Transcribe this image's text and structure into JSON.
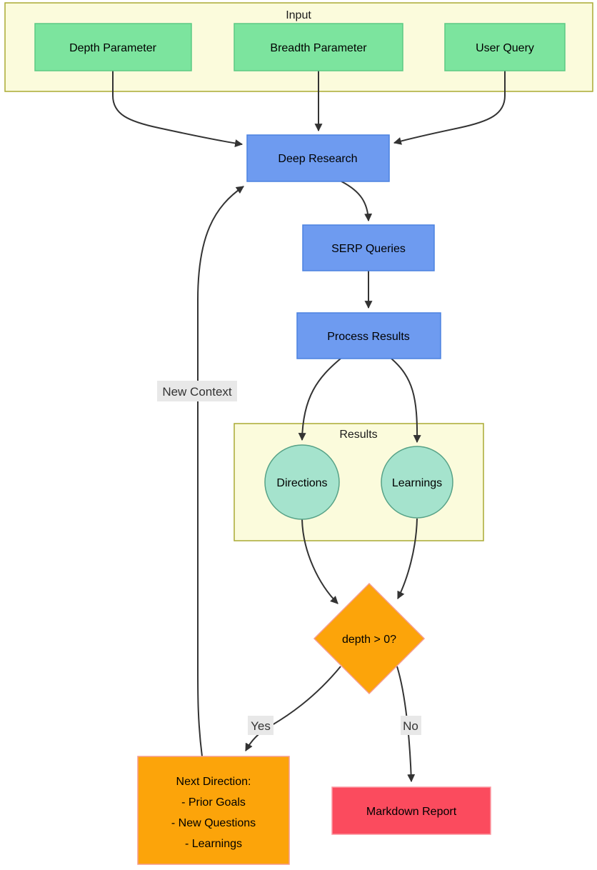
{
  "diagram": {
    "containers": {
      "input": {
        "label": "Input"
      },
      "results": {
        "label": "Results"
      }
    },
    "nodes": {
      "depth_parameter": {
        "label": "Depth Parameter"
      },
      "breadth_parameter": {
        "label": "Breadth Parameter"
      },
      "user_query": {
        "label": "User Query"
      },
      "deep_research": {
        "label": "Deep Research"
      },
      "serp_queries": {
        "label": "SERP Queries"
      },
      "process_results": {
        "label": "Process Results"
      },
      "directions": {
        "label": "Directions"
      },
      "learnings": {
        "label": "Learnings"
      },
      "depth_check": {
        "label": "depth > 0?"
      },
      "next_direction": {
        "lines": [
          "Next Direction:",
          "- Prior Goals",
          "- New Questions",
          "- Learnings"
        ]
      },
      "markdown_report": {
        "label": "Markdown Report"
      }
    },
    "edge_labels": {
      "new_context": "New Context",
      "yes": "Yes",
      "no": "No"
    },
    "colors": {
      "input_node_fill": "#7CE49E",
      "input_node_stroke": "#5DC983",
      "process_node_fill": "#6E9BF0",
      "process_node_stroke": "#4B82E0",
      "result_node_fill": "#A5E3CD",
      "result_node_stroke": "#57A287",
      "decision_fill": "#FCA40A",
      "decision_stroke": "#F59B8F",
      "report_fill": "#FB4B5E",
      "report_stroke": "#FC97A0",
      "container_fill": "#FBFBDC",
      "container_stroke": "#AAAA33",
      "edge_stroke": "#333333",
      "edge_label_bg": "#E8E8E8",
      "edge_label_text": "#333333"
    }
  }
}
